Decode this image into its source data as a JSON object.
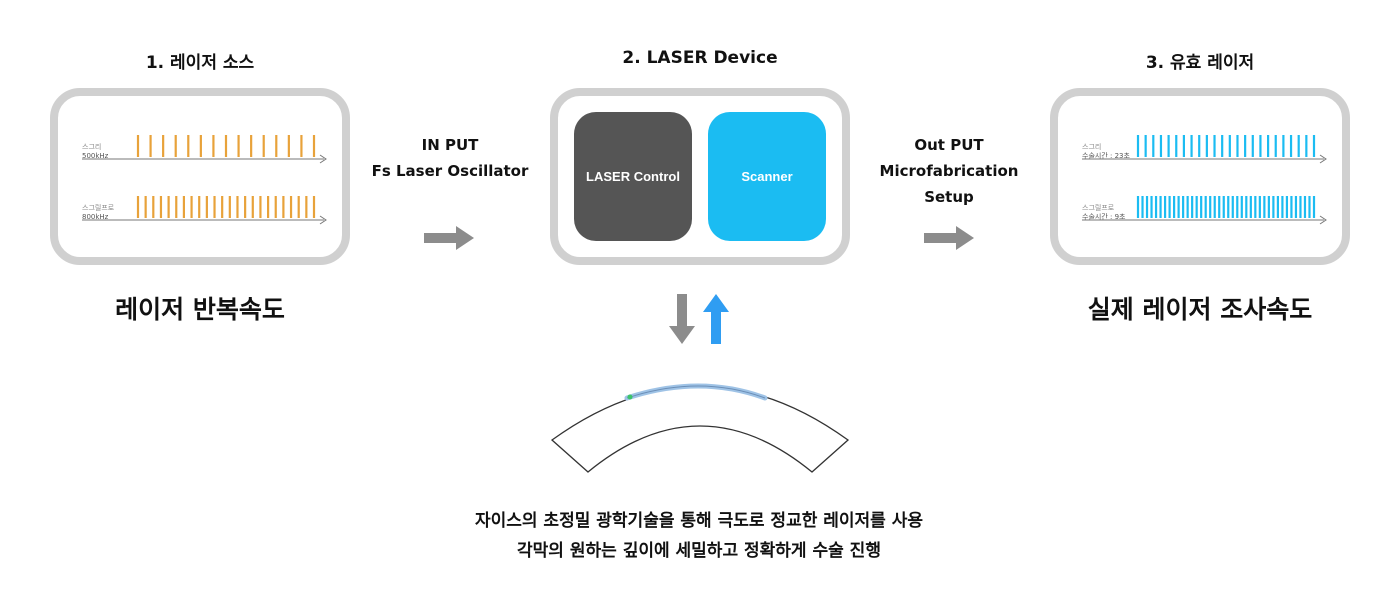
{
  "steps": {
    "source": {
      "title": "1. 레이저 소스",
      "label": "레이저 반복속도",
      "rows": [
        {
          "line1": "스그리",
          "line2": "500kHz",
          "pulses": 15
        },
        {
          "line1": "스그릴프로",
          "line2": "800kHz",
          "pulses": 24
        }
      ]
    },
    "device": {
      "title": "2. LASER Device",
      "control_label": "LASER Control",
      "scanner_label": "Scanner"
    },
    "effective": {
      "title": "3. 유효 레이저",
      "label": "실제 레이저 조사속도",
      "rows": [
        {
          "line1": "스그리",
          "line2": "수술시간 : 23초",
          "pulses": 24
        },
        {
          "line1": "스그릴프로",
          "line2": "수술시간 : 9초",
          "pulses": 40
        }
      ]
    }
  },
  "input": {
    "line1": "IN PUT",
    "line2": "Fs Laser Oscillator"
  },
  "output": {
    "line1": "Out PUT",
    "line2": "Microfabrication",
    "line3": "Setup"
  },
  "caption": {
    "line1": "자이스의 초정밀 광학기술을 통해 극도로 정교한 레이저를 사용",
    "line2": "각막의 원하는 깊이에 세밀하고 정확하게 수술 진행"
  },
  "colors": {
    "orange": "#e8a23a",
    "cyan": "#1bbcf2",
    "dark": "#555555",
    "panel_border": "#d0d0d0",
    "arrow_gray": "#8c8c8c",
    "arrow_blue": "#2f9df2"
  }
}
